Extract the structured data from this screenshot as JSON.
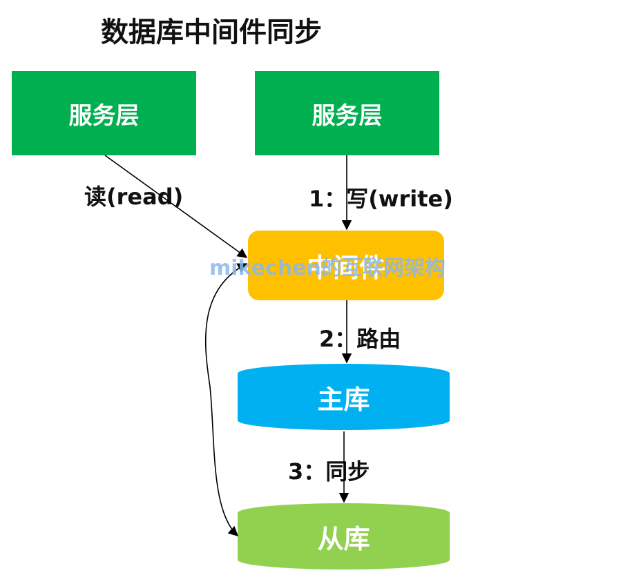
{
  "title": "数据库中间件同步",
  "nodes": {
    "service_left": "服务层",
    "service_right": "服务层",
    "middleware": "中间件",
    "master_db": "主库",
    "slave_db": "从库"
  },
  "edges": {
    "read": "读(read)",
    "write": "1：写(write)",
    "route": "2：路由",
    "sync": "3：同步"
  },
  "watermark": "mikechen的互联网架构",
  "colors": {
    "service": "#00B050",
    "middleware": "#FFC000",
    "master_db": "#00B0F0",
    "slave_db": "#92D050"
  }
}
